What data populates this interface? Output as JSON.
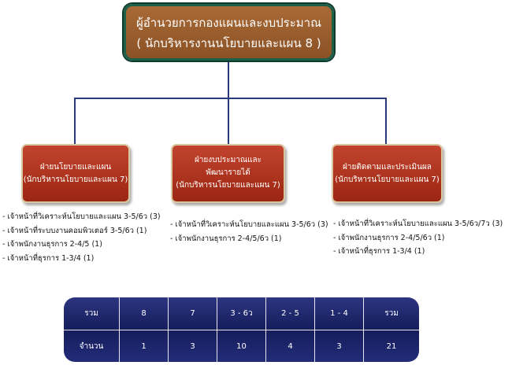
{
  "top": {
    "line1": "ผู้อำนวยการกองแผนและงบประมาณ",
    "line2": "( นักบริหารงานนโยบายและแผน 8 )"
  },
  "divisions": [
    {
      "lines": [
        "ฝ่ายนโยบายและแผน",
        "(นักบริหารนโยบายและแผน 7)"
      ],
      "staff": [
        "เจ้าหน้าที่วิเคราะห์นโยบายและแผน 3-5/6ว (3)",
        "เจ้าหน้าที่ระบบงานคอมพิวเตอร์ 3-5/6ว (1)",
        "เจ้าพนักงานธุรการ 2-4/5 (1)",
        "เจ้าหน้าที่ธุรการ   1-3/4 (1)"
      ]
    },
    {
      "lines": [
        "ฝ่ายงบประมาณและ",
        "พัฒนารายได้",
        "(นักบริหารนโยบายและแผน 7)"
      ],
      "staff": [
        "เจ้าหน้าที่วิเคราะห์นโยบายและแผน 3-5/6ว (3)",
        "เจ้าพนักงานธุรการ 2-4/5/6ว (1)"
      ]
    },
    {
      "lines": [
        "ฝ่ายติดตามและประเมินผล",
        "(นักบริหารนโยบายและแผน 7)"
      ],
      "staff": [
        "เจ้าหน้าที่วิเคราะห์นโยบายและแผน 3-5/6ว/7ว (3)",
        "เจ้าพนักงานธุรการ 2-4/5/6ว (1)",
        "เจ้าหน้าที่ธุรการ   1-3/4 (1)"
      ]
    }
  ],
  "table": {
    "row1": [
      "รวม",
      "8",
      "7",
      "3 - 6ว",
      "2 - 5",
      "1 - 4",
      "รวม"
    ],
    "row2": [
      "จำนวน",
      "1",
      "3",
      "10",
      "4",
      "3",
      "21"
    ]
  }
}
